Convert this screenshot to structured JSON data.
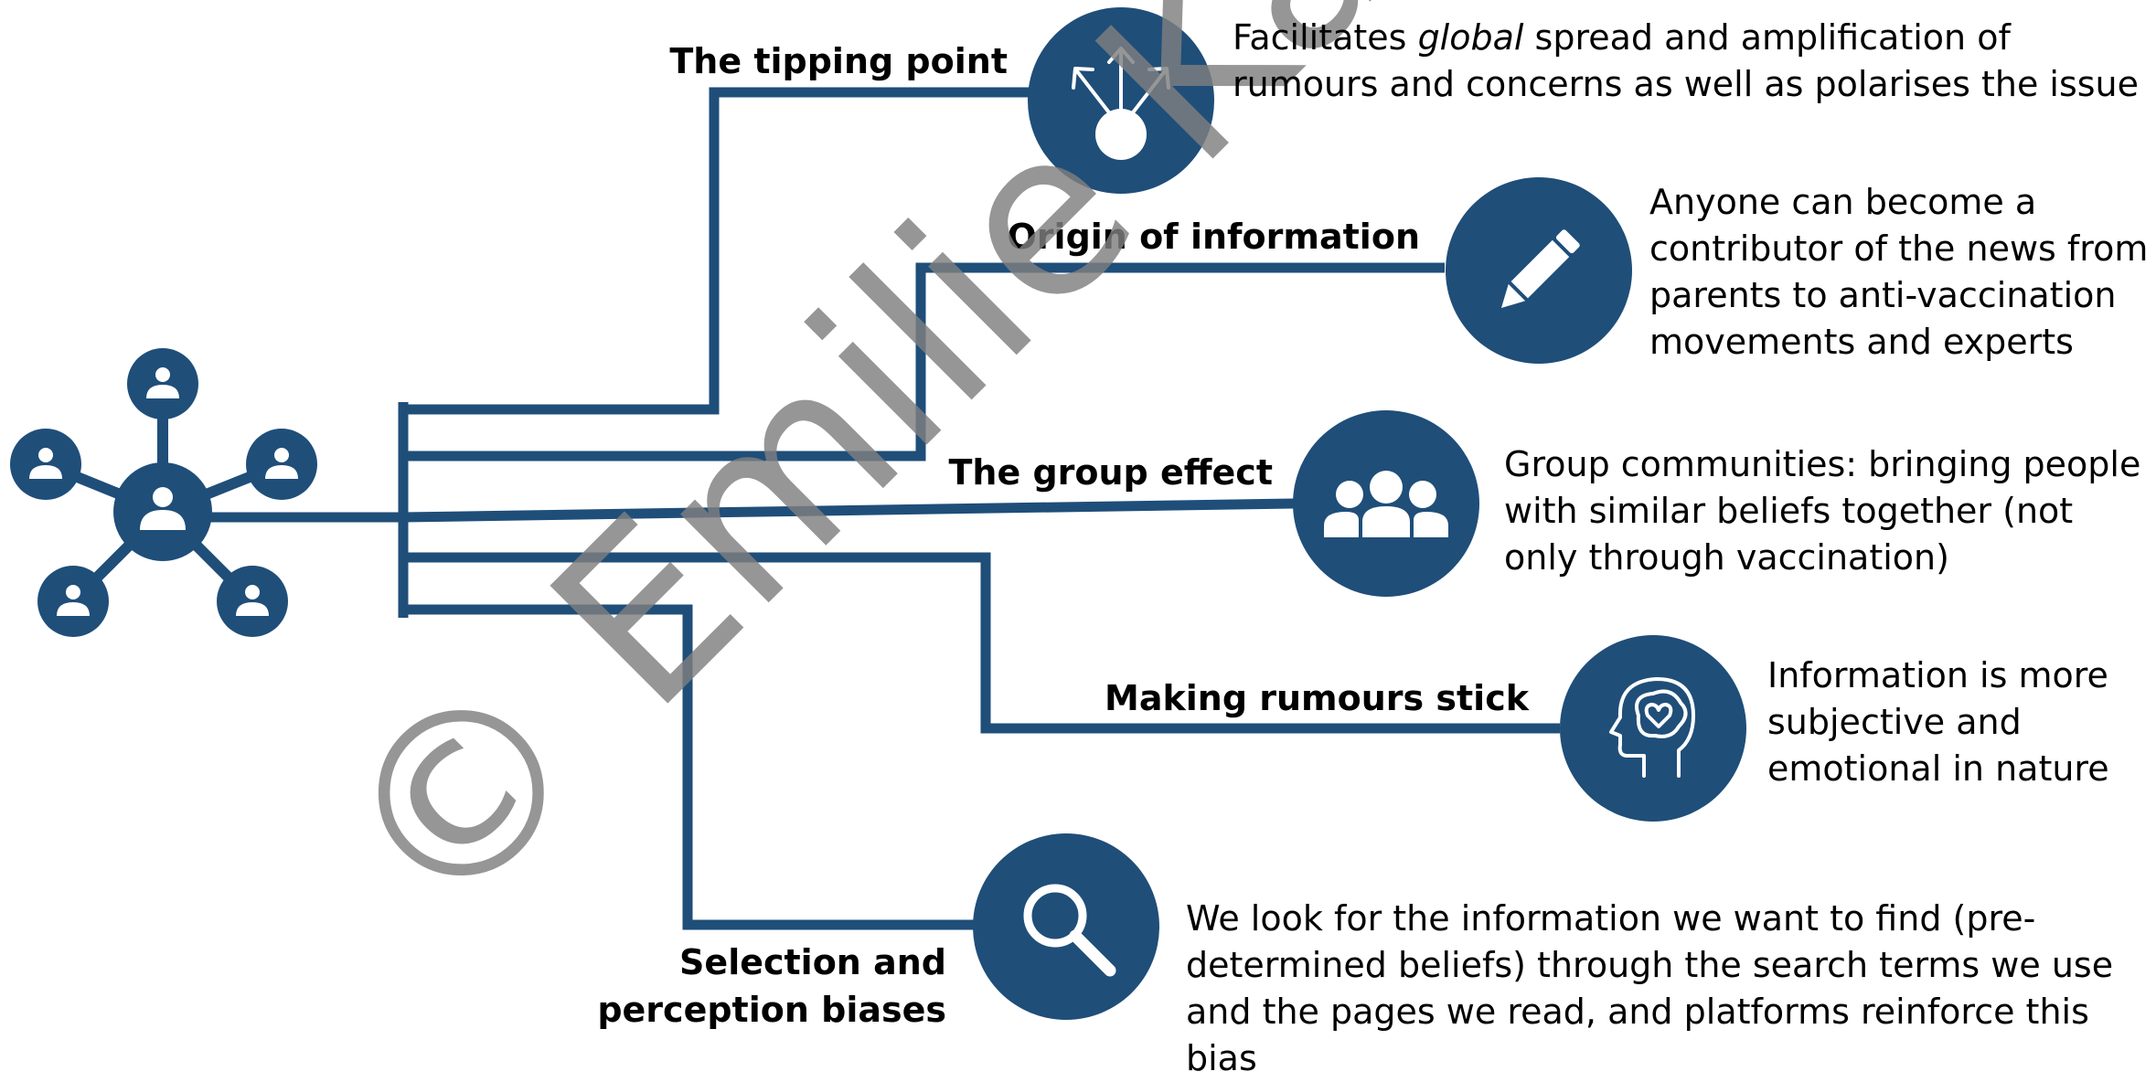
{
  "colors": {
    "primary": "#1f4e79",
    "watermark": "#808080"
  },
  "hub": {
    "icon": "people-network-icon"
  },
  "branches": [
    {
      "id": "tipping-point",
      "title_lines": [
        "The tipping point"
      ],
      "icon": "spread-arrows-icon",
      "description_parts": [
        {
          "text": "Facilitates "
        },
        {
          "text": "global",
          "italic": true
        },
        {
          "text": " spread and amplification of rumours and concerns as well as polarises the issue"
        }
      ]
    },
    {
      "id": "origin-of-information",
      "title_lines": [
        "Origin of information"
      ],
      "icon": "pencil-icon",
      "description_parts": [
        {
          "text": "Anyone can become a contributor of the news from parents to anti-vaccination movements and experts"
        }
      ]
    },
    {
      "id": "group-effect",
      "title_lines": [
        "The group effect"
      ],
      "icon": "group-icon",
      "description_parts": [
        {
          "text": "Group communities: bringing people with similar beliefs together (not only through vaccination)"
        }
      ]
    },
    {
      "id": "making-rumours-stick",
      "title_lines": [
        "Making rumours stick"
      ],
      "icon": "head-heart-brain-icon",
      "description_parts": [
        {
          "text": "Information is more subjective and emotional in nature"
        }
      ]
    },
    {
      "id": "selection-perception-biases",
      "title_lines": [
        "Selection and",
        "perception biases"
      ],
      "icon": "magnifier-icon",
      "description_parts": [
        {
          "text": "We look for the information we want to find (pre-determined beliefs) through the search terms we use and the pages we read, and platforms reinforce this bias"
        }
      ]
    }
  ],
  "watermark": {
    "text": "© Emilie Karafillakis"
  }
}
